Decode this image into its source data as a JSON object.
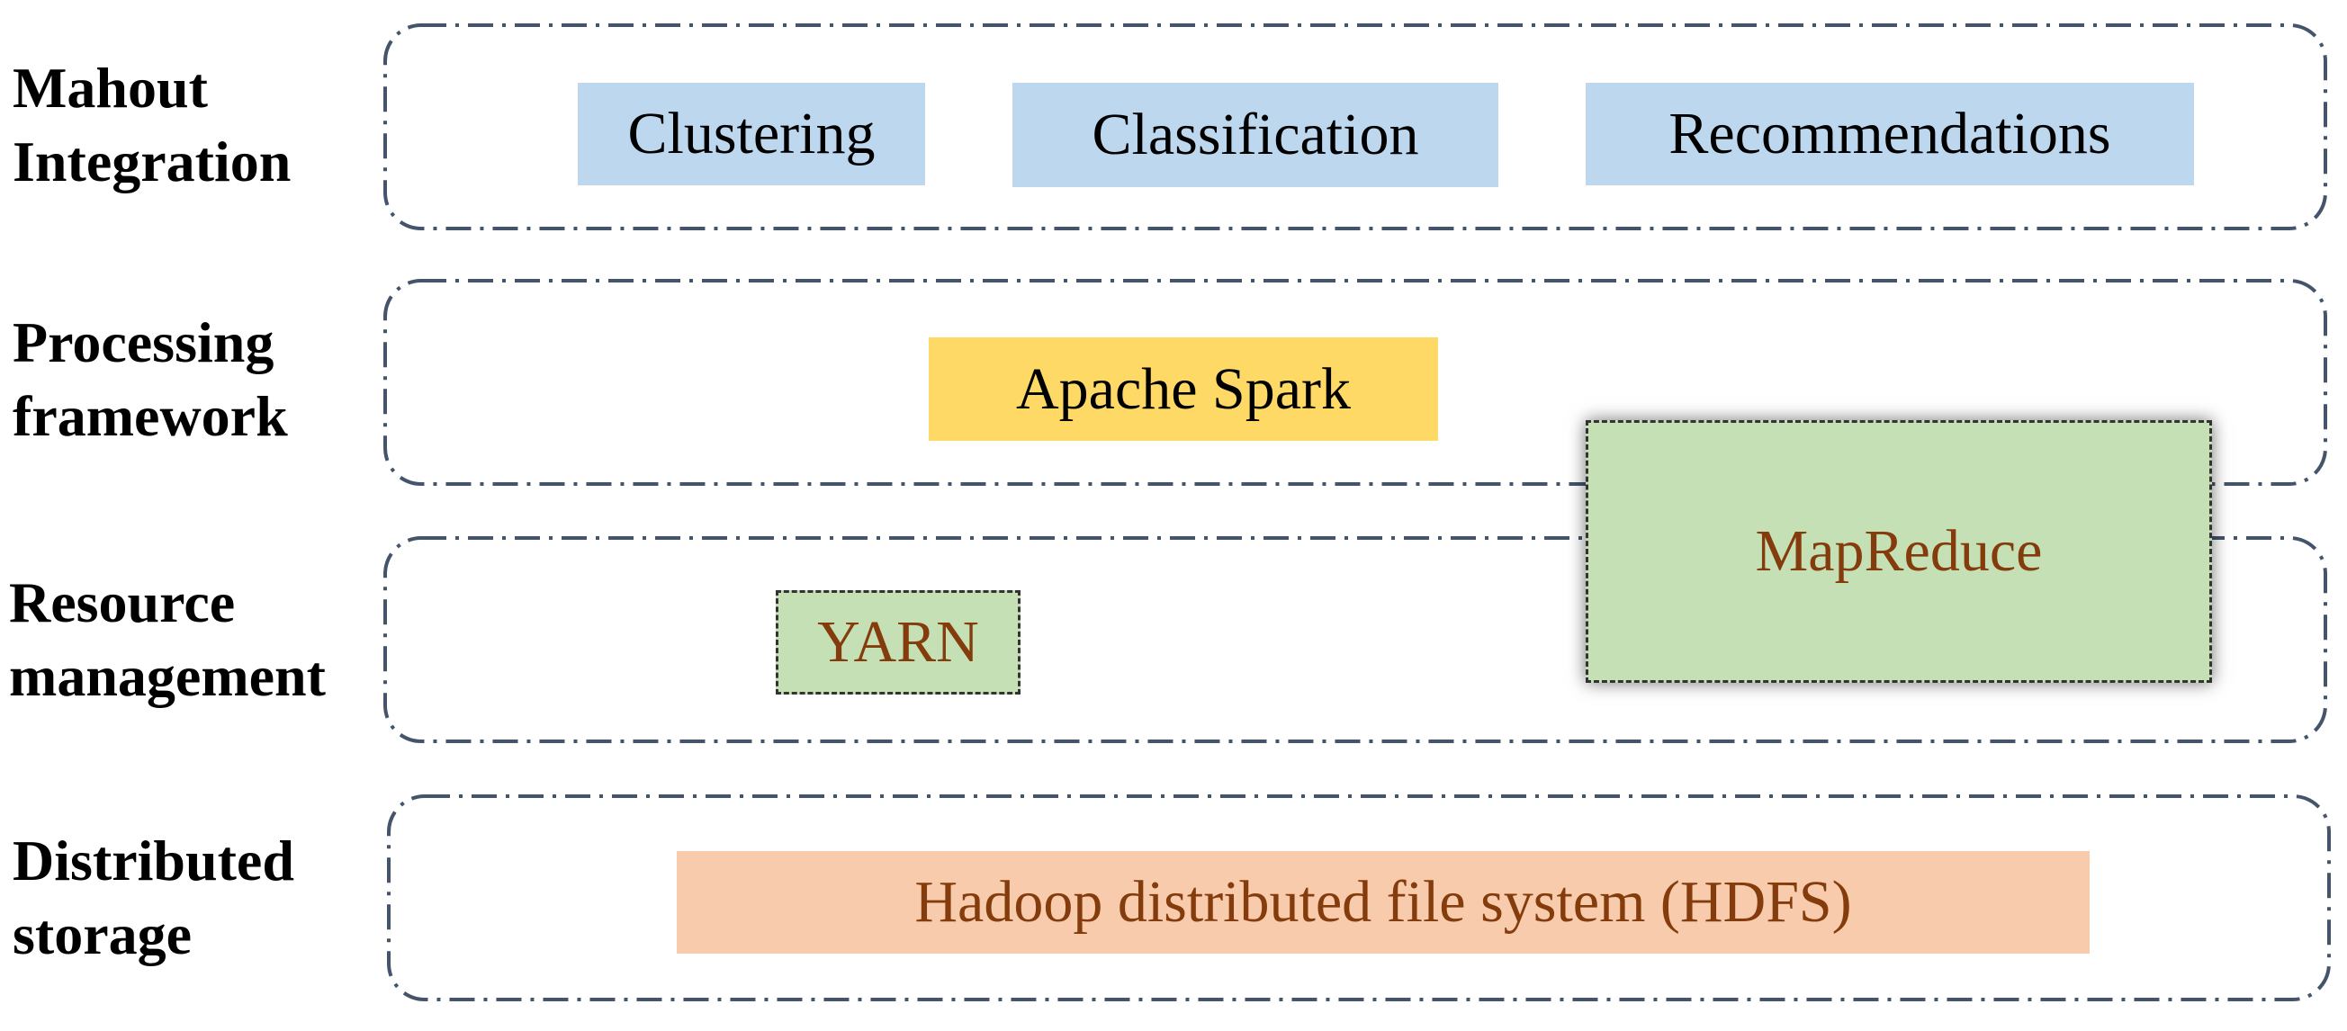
{
  "layers": [
    {
      "id": "mahout",
      "label_line1": "Mahout",
      "label_line2": "Integration"
    },
    {
      "id": "processing",
      "label_line1": "Processing",
      "label_line2": "framework"
    },
    {
      "id": "resource",
      "label_line1": "Resource",
      "label_line2": "management"
    },
    {
      "id": "storage",
      "label_line1": "Distributed",
      "label_line2": "storage"
    }
  ],
  "components": {
    "clustering": "Clustering",
    "classification": "Classification",
    "recommendations": "Recommendations",
    "spark": "Apache Spark",
    "mapreduce": "MapReduce",
    "yarn": "YARN",
    "hdfs": "Hadoop distributed file system (HDFS)"
  },
  "colors": {
    "mahout_boxes": "#bdd7ee",
    "spark": "#ffd966",
    "yarn_mapreduce": "#c5e0b4",
    "hdfs": "#f8cbad",
    "frame_stroke": "#44546a",
    "dark_text": "#843c0c"
  }
}
